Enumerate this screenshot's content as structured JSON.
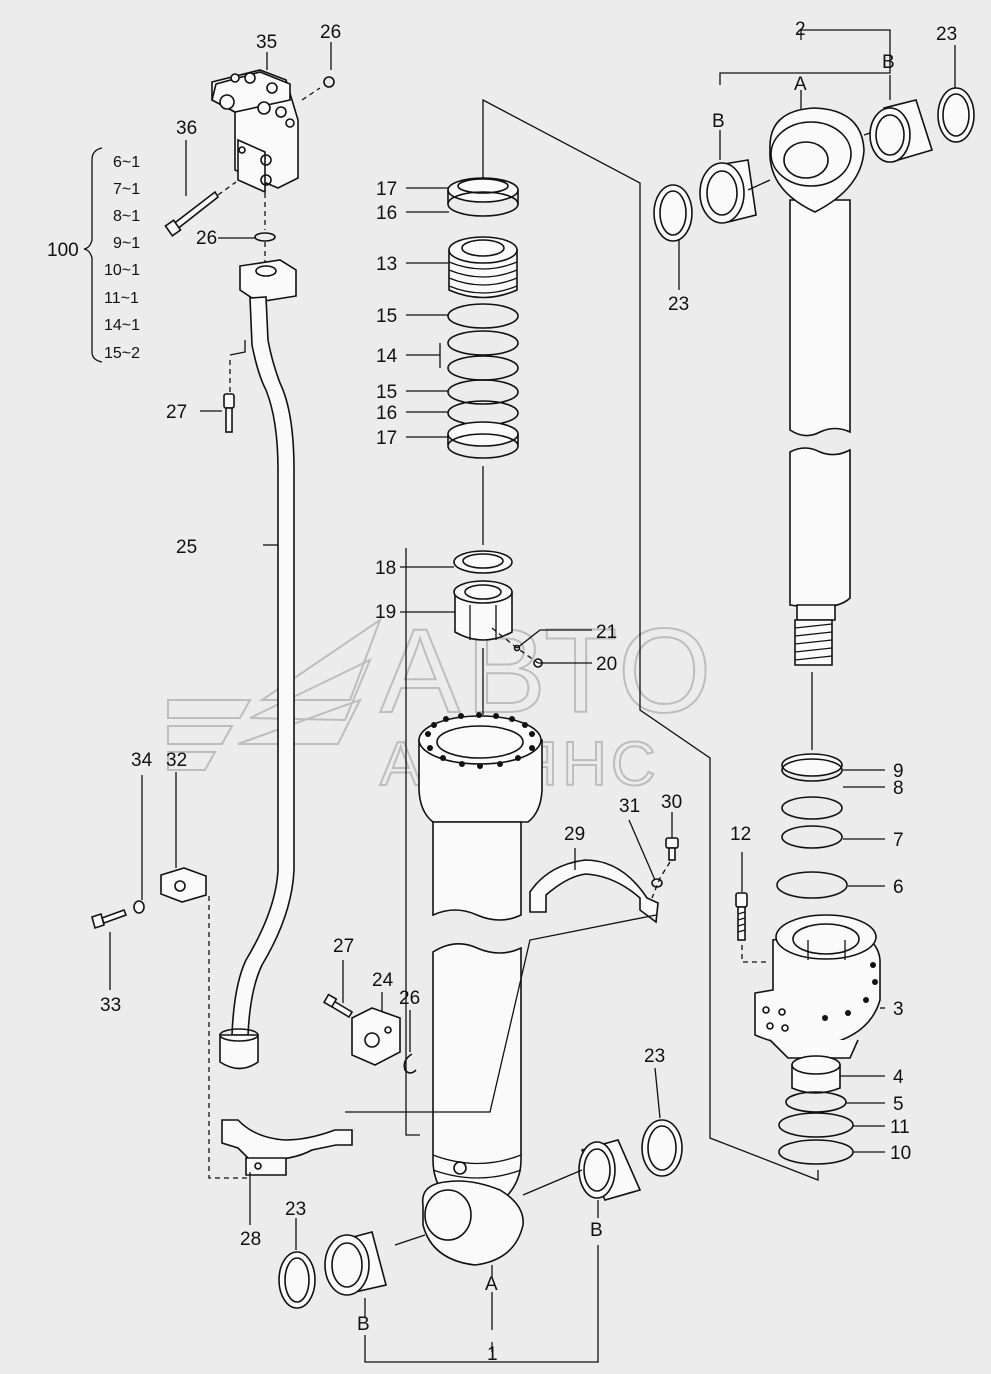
{
  "labels": {
    "p1": "1",
    "p2": "2",
    "p3": "3",
    "p4": "4",
    "p5": "5",
    "p6": "6",
    "p7": "7",
    "p8": "8",
    "p9": "9",
    "p10": "10",
    "p11": "11",
    "p12": "12",
    "p13": "13",
    "p14": "14",
    "p15a": "15",
    "p15b": "15",
    "p16a": "16",
    "p16b": "16",
    "p17a": "17",
    "p17b": "17",
    "p18": "18",
    "p19": "19",
    "p20": "20",
    "p21": "21",
    "p23a": "23",
    "p23b": "23",
    "p23c": "23",
    "p23d": "23",
    "p24": "24",
    "p25": "25",
    "p26a": "26",
    "p26b": "26",
    "p26c": "26",
    "p27a": "27",
    "p27b": "27",
    "p28": "28",
    "p29": "29",
    "p30": "30",
    "p31": "31",
    "p32": "32",
    "p33": "33",
    "p34": "34",
    "p35": "35",
    "p36": "36",
    "a_rod": "A",
    "a_tube": "A",
    "b1": "B",
    "b2": "B",
    "b3": "B",
    "b4": "B"
  },
  "kit": {
    "number": "100",
    "items": [
      "6~1",
      "7~1",
      "8~1",
      "9~1",
      "10~1",
      "11~1",
      "14~1",
      "15~2"
    ]
  },
  "watermark": {
    "line1": "АВТО",
    "line2": "АЛЬЯНС"
  }
}
